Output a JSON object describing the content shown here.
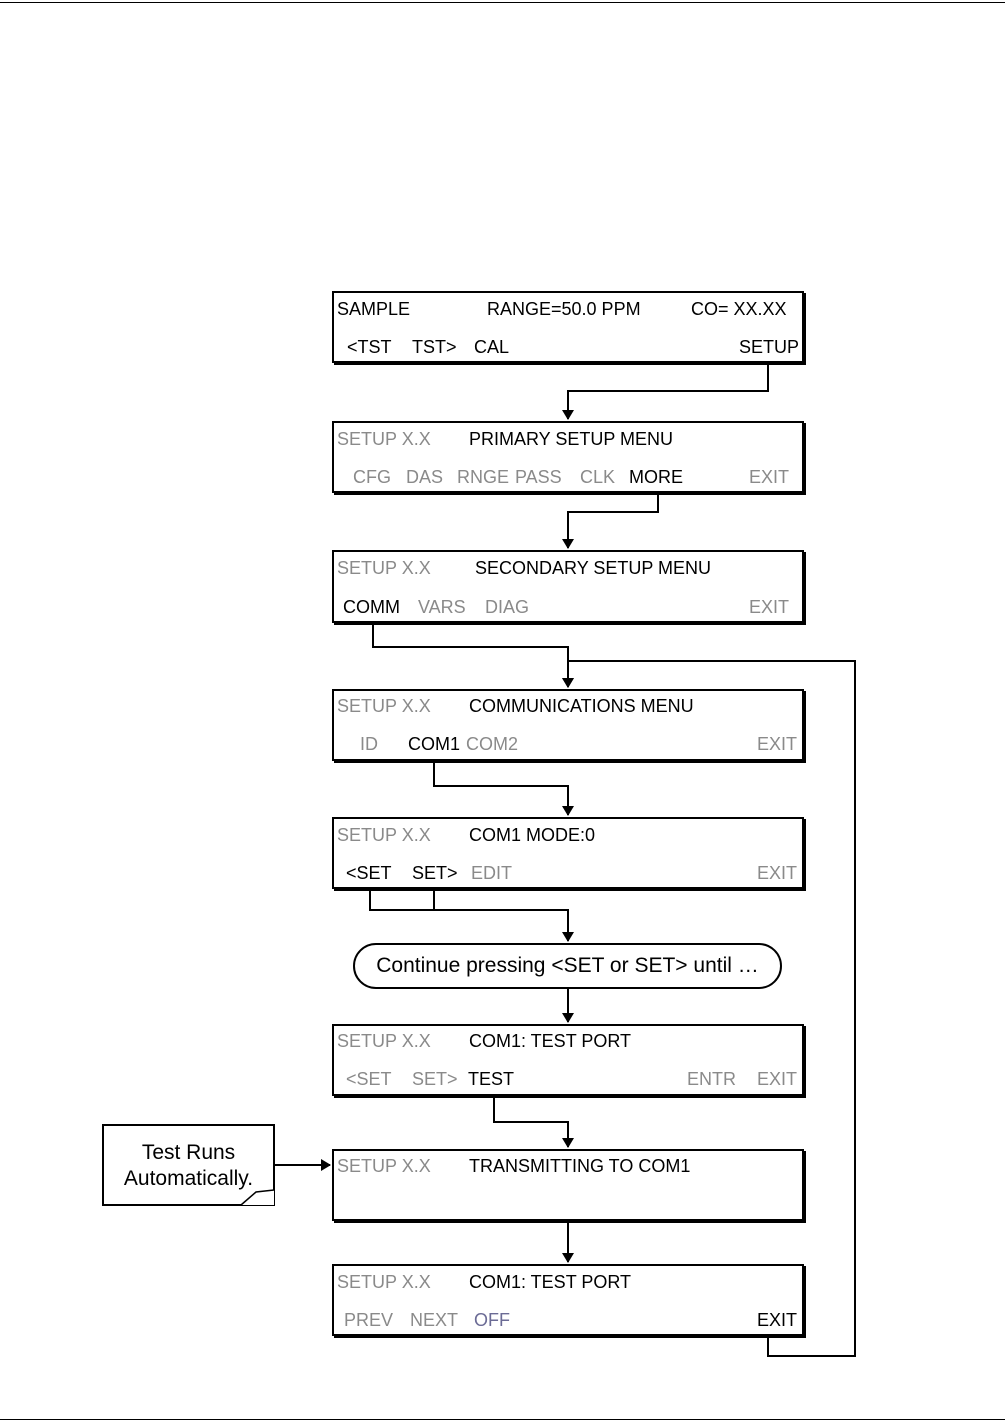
{
  "screens": [
    {
      "line1": {
        "left": "SAMPLE",
        "center": "RANGE=50.0 PPM",
        "right": "CO= XX.XX"
      },
      "buttons": [
        "<TST",
        "TST>",
        "CAL",
        "SETUP"
      ]
    },
    {
      "line1": {
        "left": "SETUP X.X",
        "center": "PRIMARY SETUP MENU"
      },
      "buttons": [
        "CFG",
        "DAS",
        "RNGE",
        "PASS",
        "CLK",
        "MORE",
        "EXIT"
      ]
    },
    {
      "line1": {
        "left": "SETUP X.X",
        "center": "SECONDARY SETUP MENU"
      },
      "buttons": [
        "COMM",
        "VARS",
        "DIAG",
        "EXIT"
      ]
    },
    {
      "line1": {
        "left": "SETUP X.X",
        "center": "COMMUNICATIONS MENU"
      },
      "buttons": [
        "ID",
        "COM1",
        "COM2",
        "EXIT"
      ]
    },
    {
      "line1": {
        "left": "SETUP X.X",
        "center": "COM1 MODE:0"
      },
      "buttons": [
        "<SET",
        "SET>",
        "EDIT",
        "EXIT"
      ]
    },
    {
      "line1": {
        "left": "SETUP X.X",
        "center": "COM1: TEST PORT"
      },
      "buttons": [
        "<SET",
        "SET>",
        "TEST",
        "ENTR",
        "EXIT"
      ]
    },
    {
      "line1": {
        "left": "SETUP X.X",
        "center": "TRANSMITTING TO COM1"
      },
      "buttons": []
    },
    {
      "line1": {
        "left": "SETUP X.X",
        "center": "COM1: TEST PORT"
      },
      "buttons": [
        "PREV",
        "NEXT",
        "OFF",
        "EXIT"
      ]
    }
  ],
  "continue_note": {
    "part1": "Continue pressing",
    "key1": "<SET",
    "part2": "or",
    "key2": "SET>",
    "part3": "until …"
  },
  "callout": {
    "line1": "Test Runs",
    "line2": "Automatically."
  },
  "colors": {
    "active": "#000000",
    "inactive": "#8a8a8a",
    "off": "#6b6b95"
  }
}
